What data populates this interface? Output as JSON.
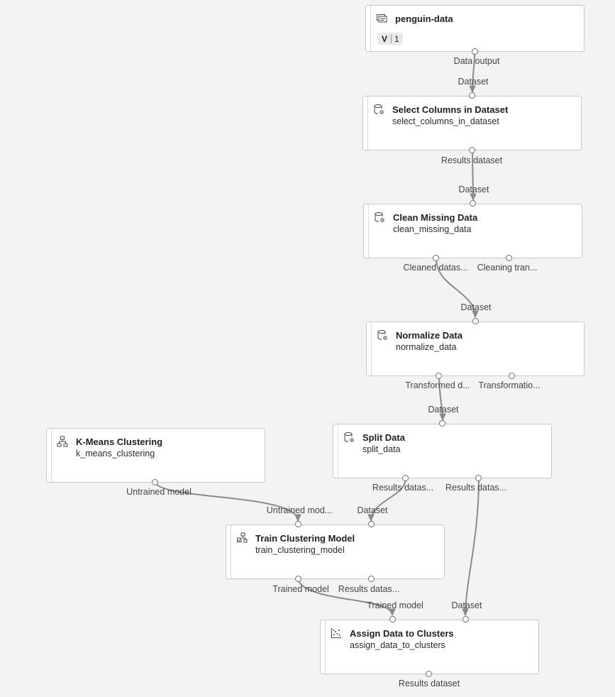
{
  "nodes": {
    "penguin_data": {
      "title": "penguin-data",
      "version_prefix": "V",
      "version_number": "1",
      "icon": "dataset-icon",
      "outputs": [
        "Data output"
      ]
    },
    "select_columns": {
      "title": "Select Columns in Dataset",
      "sub": "select_columns_in_dataset",
      "icon": "database-gear-icon",
      "inputs": [
        "Dataset"
      ],
      "outputs": [
        "Results dataset"
      ]
    },
    "clean_missing": {
      "title": "Clean Missing Data",
      "sub": "clean_missing_data",
      "icon": "database-gear-icon",
      "inputs": [
        "Dataset"
      ],
      "outputs": [
        "Cleaned datas...",
        "Cleaning tran..."
      ]
    },
    "normalize": {
      "title": "Normalize Data",
      "sub": "normalize_data",
      "icon": "database-gear-icon",
      "inputs": [
        "Dataset"
      ],
      "outputs": [
        "Transformed d...",
        "Transformatio..."
      ]
    },
    "split": {
      "title": "Split Data",
      "sub": "split_data",
      "icon": "database-gear-icon",
      "inputs": [
        "Dataset"
      ],
      "outputs": [
        "Results datas...",
        "Results datas..."
      ]
    },
    "kmeans": {
      "title": "K-Means Clustering",
      "sub": "k_means_clustering",
      "icon": "hierarchy-icon",
      "outputs": [
        "Untrained model"
      ]
    },
    "train": {
      "title": "Train Clustering Model",
      "sub": "train_clustering_model",
      "icon": "train-model-icon",
      "inputs": [
        "Untrained mod...",
        "Dataset"
      ],
      "outputs": [
        "Trained model",
        "Results datas..."
      ]
    },
    "assign": {
      "title": "Assign Data to Clusters",
      "sub": "assign_data_to_clusters",
      "icon": "scatter-icon",
      "inputs": [
        "Trained model",
        "Dataset"
      ],
      "outputs": [
        "Results dataset"
      ]
    }
  },
  "colors": {
    "canvas": "#f3f3f3",
    "node_bg": "#ffffff",
    "edge": "#8a8a8a"
  }
}
